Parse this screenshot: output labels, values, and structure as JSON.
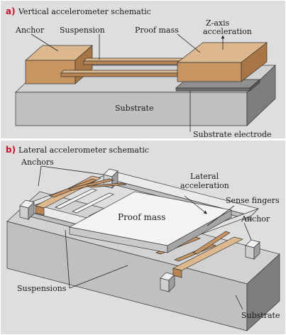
{
  "panel_a": {
    "letter": "a)",
    "title": "Vertical accelerometer schematic",
    "labels": {
      "anchor": "Anchor",
      "suspension": "Suspension",
      "proof_mass": "Proof mass",
      "z_axis_1": "Z-axis",
      "z_axis_2": "acceleration",
      "substrate": "Substrate",
      "substrate_electrode": "Substrate electrode"
    }
  },
  "panel_b": {
    "letter": "b)",
    "title": "Lateral accelerometer schematic",
    "labels": {
      "anchors": "Anchors",
      "lateral_1": "Lateral",
      "lateral_2": "acceleration",
      "sense_fingers": "Sense fingers",
      "anchor": "Anchor",
      "proof_mass": "Proof mass",
      "suspensions": "Suspensions",
      "substrate": "Substrate"
    }
  },
  "colors": {
    "background": "#dedede",
    "substrate_top": "#d2d2d2",
    "substrate_front": "#c0c0c0",
    "substrate_side": "#7d7d7d",
    "copper_top": "#ddb88e",
    "copper_front": "#c79462",
    "copper_side": "#a87544",
    "header_letter": "#c8102e"
  }
}
